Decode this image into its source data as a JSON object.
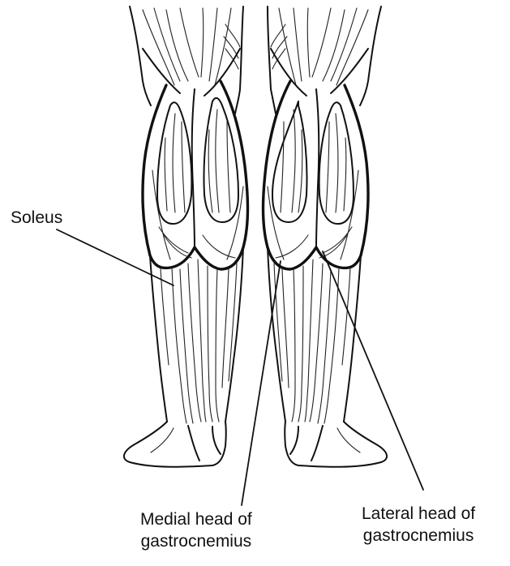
{
  "figure": {
    "labels": {
      "soleus": "Soleus",
      "medial_line1": "Medial head of",
      "medial_line2": "gastrocnemius",
      "lateral_line1": "Lateral head of",
      "lateral_line2": "gastrocnemius"
    }
  }
}
